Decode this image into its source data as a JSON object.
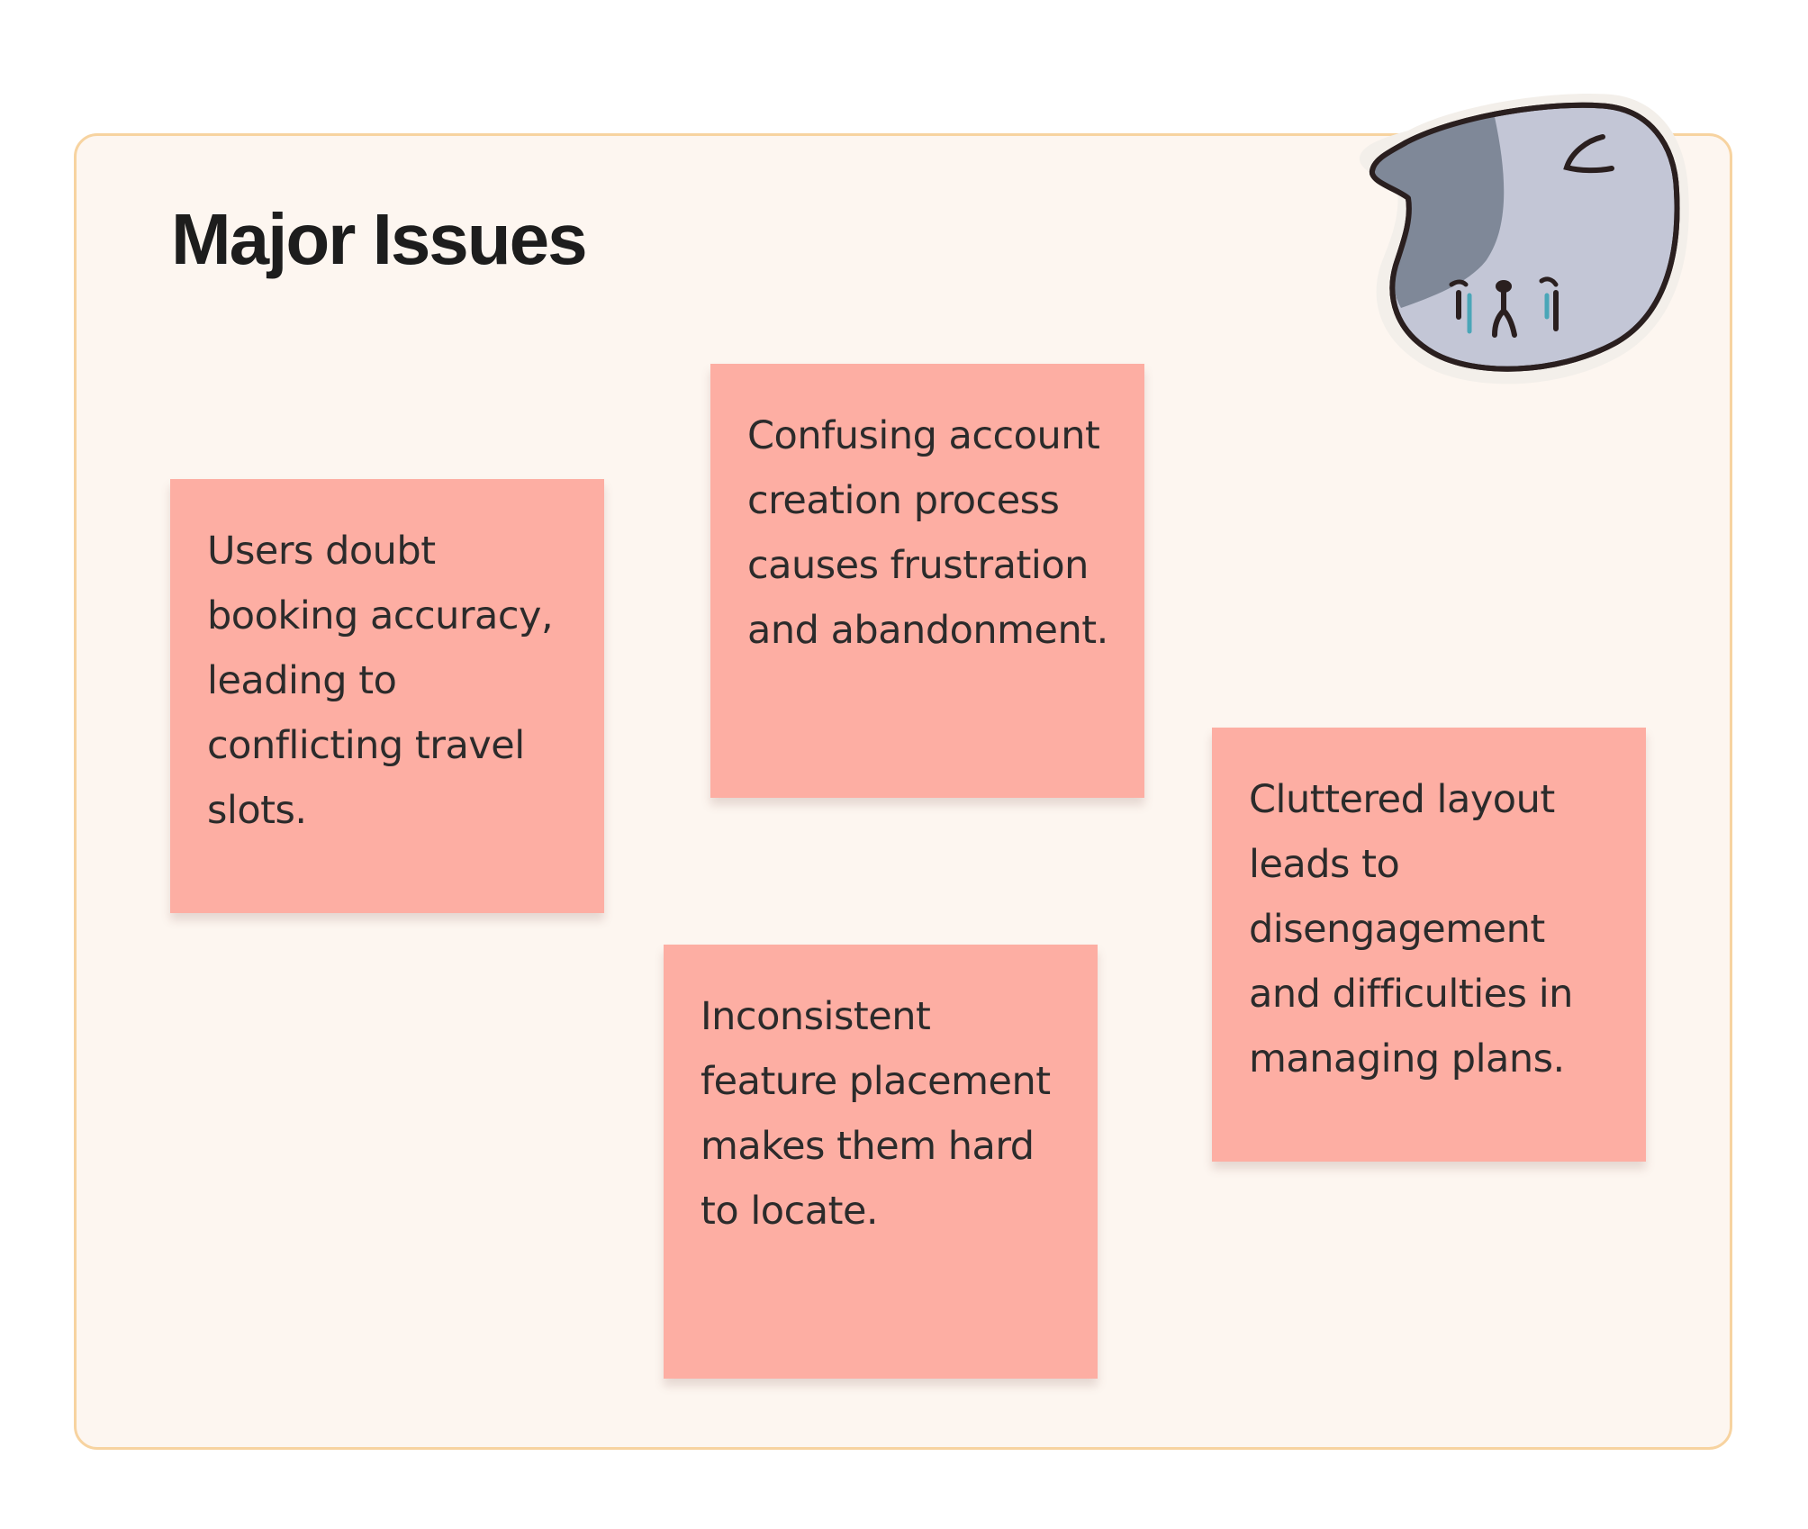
{
  "board": {
    "title": "Major Issues",
    "colors": {
      "background": "#fdf6f0",
      "border": "#f7d3a0",
      "note": "#fdaea3",
      "text": "#2b2b2b"
    }
  },
  "notes": [
    {
      "text": "Users doubt booking accuracy, leading to conflicting travel slots."
    },
    {
      "text": "Confusing account creation process causes frustration and abandonment."
    },
    {
      "text": "Cluttered layout leads to disengagement and difficulties in managing plans."
    },
    {
      "text": "Inconsistent feature placement makes them hard to locate."
    }
  ],
  "mascot": {
    "icon": "crying-blob-icon"
  }
}
